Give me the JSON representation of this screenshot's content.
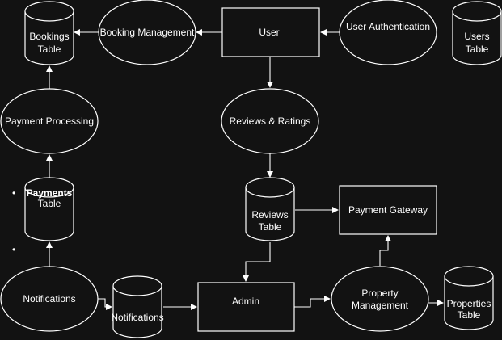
{
  "nodes": {
    "bookings_table": [
      "Bookings",
      "Table"
    ],
    "booking_management": [
      "Booking Management"
    ],
    "user": [
      "User"
    ],
    "user_authentication": [
      "User Authentication"
    ],
    "users_table": [
      "Users",
      "Table"
    ],
    "payment_processing": [
      "Payment Processing"
    ],
    "reviews_ratings": [
      "Reviews & Ratings"
    ],
    "payments_table": [
      "Payments",
      "Table"
    ],
    "reviews_table": [
      "Reviews",
      "Table"
    ],
    "payment_gateway": [
      "Payment Gateway"
    ],
    "notifications_process": [
      "Notifications"
    ],
    "notifications_db": [
      "Notifications"
    ],
    "admin": [
      "Admin"
    ],
    "property_management": [
      "Property",
      "Management"
    ],
    "properties_table": [
      "Properties",
      "Table"
    ]
  },
  "bullets": [
    "•",
    "•"
  ]
}
